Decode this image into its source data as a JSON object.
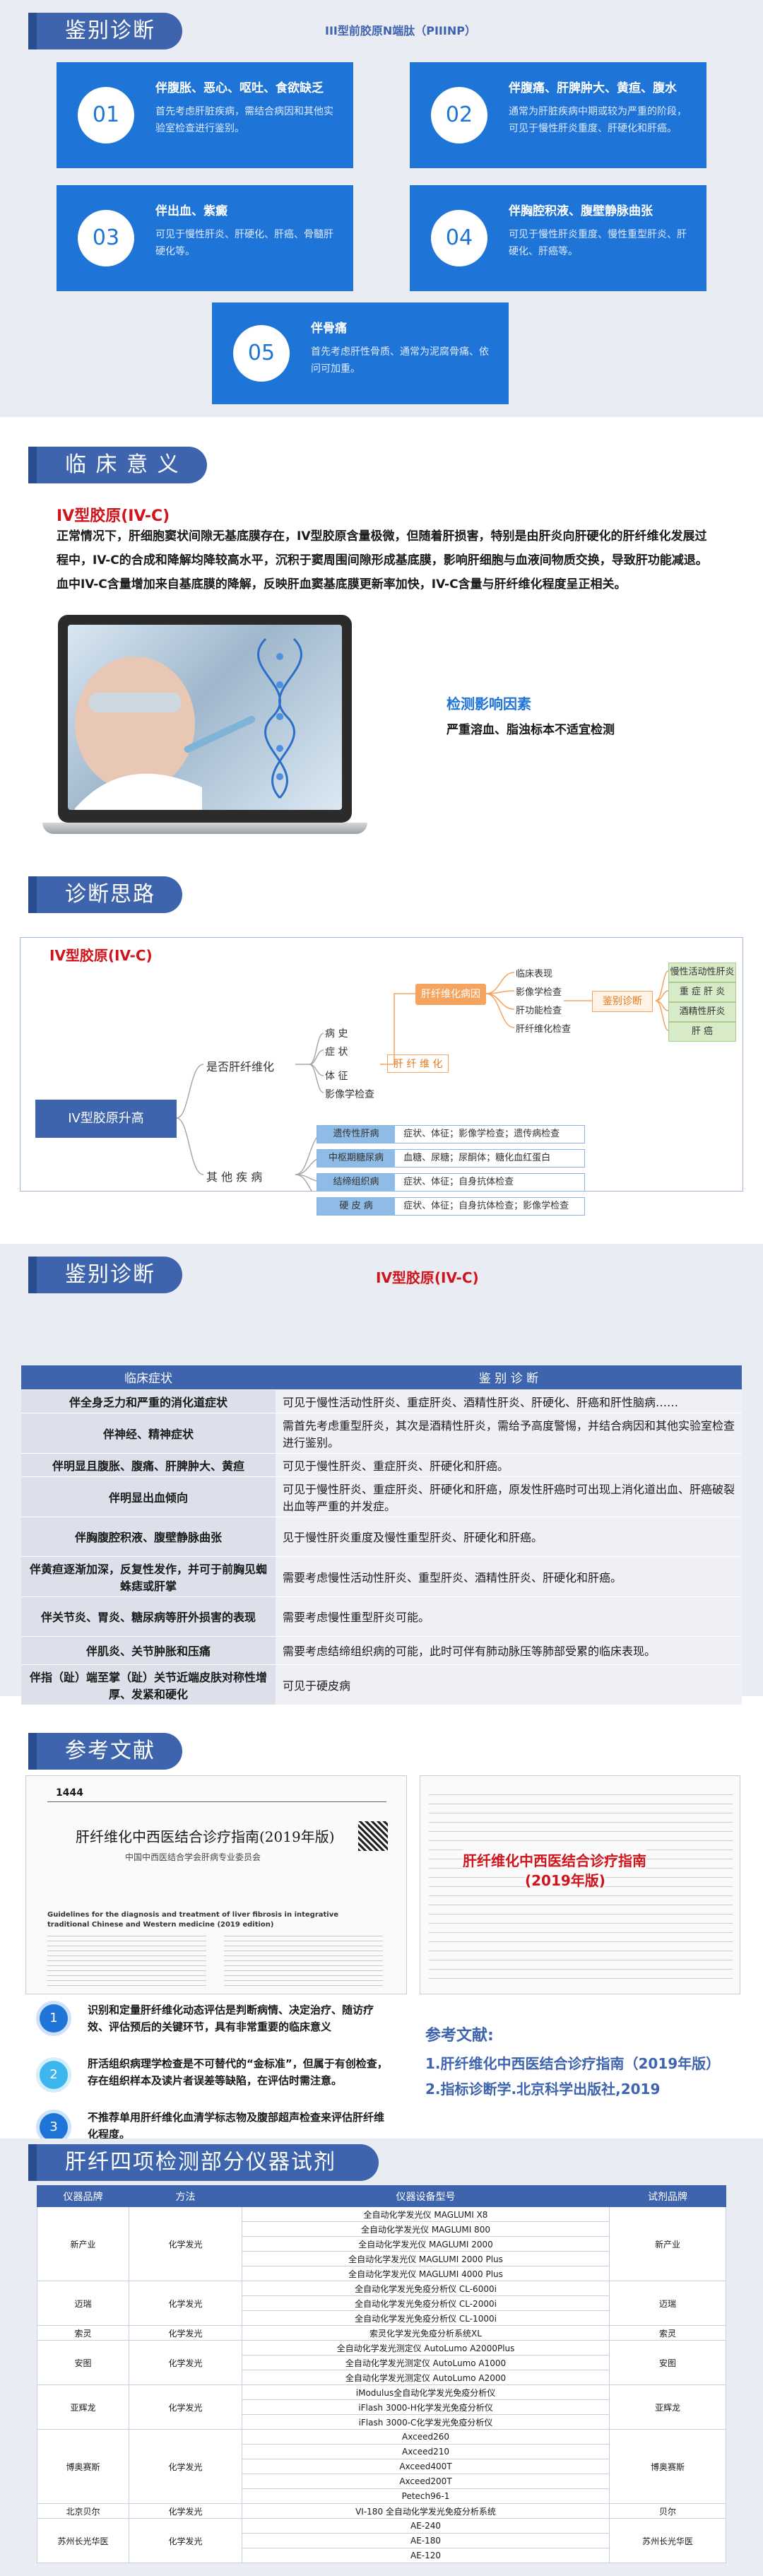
{
  "sec1": {
    "header": "鉴别诊断",
    "top_label": "III型前胶原N端肽（PIIINP）",
    "cards": [
      {
        "num": "01",
        "title": "伴腹胀、恶心、呕吐、食欲缺乏",
        "desc": "首先考虑肝脏疾病，需结合病因和其他实验室检查进行鉴别。"
      },
      {
        "num": "02",
        "title": "伴腹痛、肝脾肿大、黄疸、腹水",
        "desc": "通常为肝脏疾病中期或较为严重的阶段，可见于慢性肝炎重度、肝硬化和肝癌。"
      },
      {
        "num": "03",
        "title": "伴出血、紫癜",
        "desc": "可见于慢性肝炎、肝硬化、肝癌、骨髓肝硬化等。"
      },
      {
        "num": "04",
        "title": "伴胸腔积液、腹壁静脉曲张",
        "desc": "可见于慢性肝炎重度、慢性重型肝炎、肝硬化、肝癌等。"
      },
      {
        "num": "05",
        "title": "伴骨痛",
        "desc": "首先考虑肝性骨质、通常为泥腐骨痛、依问可加重。"
      }
    ]
  },
  "sec2": {
    "header": "临 床 意 义",
    "title": "IV型胶原(IV-C)",
    "paragraph": "正常情况下，肝细胞窦状间隙无基底膜存在，IV型胶原含量极微，但随着肝损害，特别是由肝炎向肝硬化的肝纤维化发展过程中，IV-C的合成和降解均降较高水平，沉积于窦周围间隙形成基底膜，影响肝细胞与血液间物质交换，导致肝功能减退。血中IV-C含量增加来自基底膜的降解，反映肝血窦基底膜更新率加快，IV-C含量与肝纤维化程度呈正相关。",
    "factor_title": "检测影响因素",
    "factor_text": "严重溶血、脂浊标本不适宜检测"
  },
  "sec3": {
    "header": "诊断思路",
    "title": "IV型胶原(IV-C)",
    "root": "IV型胶原升高",
    "branch1": "是否肝纤维化",
    "branch1_items": [
      "病 史",
      "症 状",
      "体 征",
      "影像学检查"
    ],
    "branch1_mid": "肝 纤 维 化",
    "cause_node": "肝纤维化病因",
    "cause_items": [
      "临床表现",
      "影像学检查",
      "肝功能检查",
      "肝纤维化检查"
    ],
    "judge_node": "鉴别诊断",
    "judge_items": [
      "慢性活动性肝炎",
      "重 症 肝 炎",
      "酒精性肝炎",
      "肝 癌"
    ],
    "branch2": "其 他 疾 病",
    "branch2_items": [
      {
        "label": "遗传性肝病",
        "text": "症状、体征；影像学检查；遗传病检查"
      },
      {
        "label": "中枢期糖尿病",
        "text": "血糖、尿糖；尿酮体；糖化血红蛋白"
      },
      {
        "label": "结缔组织病",
        "text": "症状、体征；自身抗体检查"
      },
      {
        "label": "硬 皮 病",
        "text": "症状、体征；自身抗体检查；影像学检查"
      }
    ]
  },
  "sec4": {
    "header": "鉴别诊断",
    "title": "IV型胶原(IV-C)",
    "col1": "临床症状",
    "col2": "鉴 别 诊 断",
    "rows": [
      {
        "sym": "伴全身乏力和严重的消化道症状",
        "dif": "可见于慢性活动性肝炎、重症肝炎、酒精性肝炎、肝硬化、肝癌和肝性脑病……"
      },
      {
        "sym": "伴神经、精神症状",
        "dif": "需首先考虑重型肝炎，其次是酒精性肝炎，需给予高度警惕，并结合病因和其他实验室检查进行鉴别。"
      },
      {
        "sym": "伴明显且腹胀、腹痛、肝脾肿大、黄疸",
        "dif": "可见于慢性肝炎、重症肝炎、肝硬化和肝癌。"
      },
      {
        "sym": "伴明显出血倾向",
        "dif": "可见于慢性肝炎、重症肝炎、肝硬化和肝癌，原发性肝癌时可出现上消化道出血、肝癌破裂出血等严重的并发症。"
      },
      {
        "sym": "伴胸腹腔积液、腹壁静脉曲张",
        "dif": "见于慢性肝炎重度及慢性重型肝炎、肝硬化和肝癌。"
      },
      {
        "sym": "伴黄疸逐渐加深，反复性发作，并可于前胸见蜘蛛痣或肝掌",
        "dif": "需要考虑慢性活动性肝炎、重型肝炎、酒精性肝炎、肝硬化和肝癌。"
      },
      {
        "sym": "伴关节炎、胃炎、糖尿病等肝外损害的表现",
        "dif": "需要考虑慢性重型肝炎可能。"
      },
      {
        "sym": "伴肌炎、关节肿胀和压痛",
        "dif": "需要考虑结缔组织病的可能，此时可伴有肺动脉压等肺部受累的临床表现。"
      },
      {
        "sym": "伴指（趾）端至掌（趾）关节近端皮肤对称性增厚、发紧和硬化",
        "dif": "可见于硬皮病"
      }
    ]
  },
  "sec5": {
    "header": "参考文献",
    "page_num": "1444",
    "journal_title": "肝纤维化中西医结合诊疗指南(2019年版)",
    "journal_subtitle": "中国中西医结合学会肝病专业委员会",
    "journal_en": "Guidelines for the diagnosis and treatment of liver fibrosis in integrative traditional Chinese and Western medicine (2019 edition)",
    "doc_overlay_title": "肝纤维化中西医结合诊疗指南",
    "doc_overlay_sub": "(2019年版)",
    "notes": [
      {
        "num": "1",
        "text": "识别和定量肝纤维化动态评估是判断病情、决定治疗、随访疗效、评估预后的关键环节，具有非常重要的临床意义"
      },
      {
        "num": "2",
        "text": "肝活组织病理学检查是不可替代的“金标准”，但属于有创检查，存在组织样本及读片者误差等缺陷，在评估时需注意。"
      },
      {
        "num": "3",
        "text": "不推荐单用肝纤维化血清学标志物及腹部超声检查来评估肝纤维化程度。"
      }
    ],
    "ref_title": "参考文献:",
    "refs": [
      "1.肝纤维化中西医结合诊疗指南（2019年版）",
      "2.指标诊断学.北京科学出版社,2019"
    ]
  },
  "sec6": {
    "header": "肝纤四项检测部分仪器试剂",
    "headers": [
      "仪器品牌",
      "方法",
      "仪器设备型号",
      "试剂品牌"
    ],
    "groups": [
      {
        "brand": "新产业",
        "method": "化学发光",
        "models": [
          "全自动化学发光仪 MAGLUMI X8",
          "全自动化学发光仪 MAGLUMI 800",
          "全自动化学发光仪 MAGLUMI 2000",
          "全自动化学发光仪 MAGLUMI 2000 Plus",
          "全自动化学发光仪 MAGLUMI 4000 Plus"
        ],
        "reagent": "新产业"
      },
      {
        "brand": "迈瑞",
        "method": "化学发光",
        "models": [
          "全自动化学发光免疫分析仪 CL-6000i",
          "全自动化学发光免疫分析仪 CL-2000i",
          "全自动化学发光免疫分析仪 CL-1000i"
        ],
        "reagent": "迈瑞"
      },
      {
        "brand": "索灵",
        "method": "化学发光",
        "models": [
          "索灵化学发光免疫分析系统XL"
        ],
        "reagent": "索灵"
      },
      {
        "brand": "安图",
        "method": "化学发光",
        "models": [
          "全自动化学发光测定仪 AutoLumo A2000Plus",
          "全自动化学发光测定仪 AutoLumo A1000",
          "全自动化学发光测定仪 AutoLumo A2000"
        ],
        "reagent": "安图"
      },
      {
        "brand": "亚辉龙",
        "method": "化学发光",
        "models": [
          "iModulus全自动化学发光免疫分析仪",
          "iFlash 3000-H化学发光免疫分析仪",
          "iFlash 3000-C化学发光免疫分析仪"
        ],
        "reagent": "亚辉龙"
      },
      {
        "brand": "博奥赛斯",
        "method": "化学发光",
        "models": [
          "Axceed260",
          "Axceed210",
          "Axceed400T",
          "Axceed200T",
          "Petech96-1"
        ],
        "reagent": "博奥赛斯"
      },
      {
        "brand": "北京贝尔",
        "method": "化学发光",
        "models": [
          "VI-180 全自动化学发光免疫分析系统"
        ],
        "reagent": "贝尔"
      },
      {
        "brand": "苏州长光华医",
        "method": "化学发光",
        "models": [
          "AE-240",
          "AE-180",
          "AE-120"
        ],
        "reagent": "苏州长光华医"
      }
    ]
  },
  "colors": {
    "primary": "#3e64ad",
    "card_blue": "#1f74d8",
    "red": "#d0141b"
  }
}
